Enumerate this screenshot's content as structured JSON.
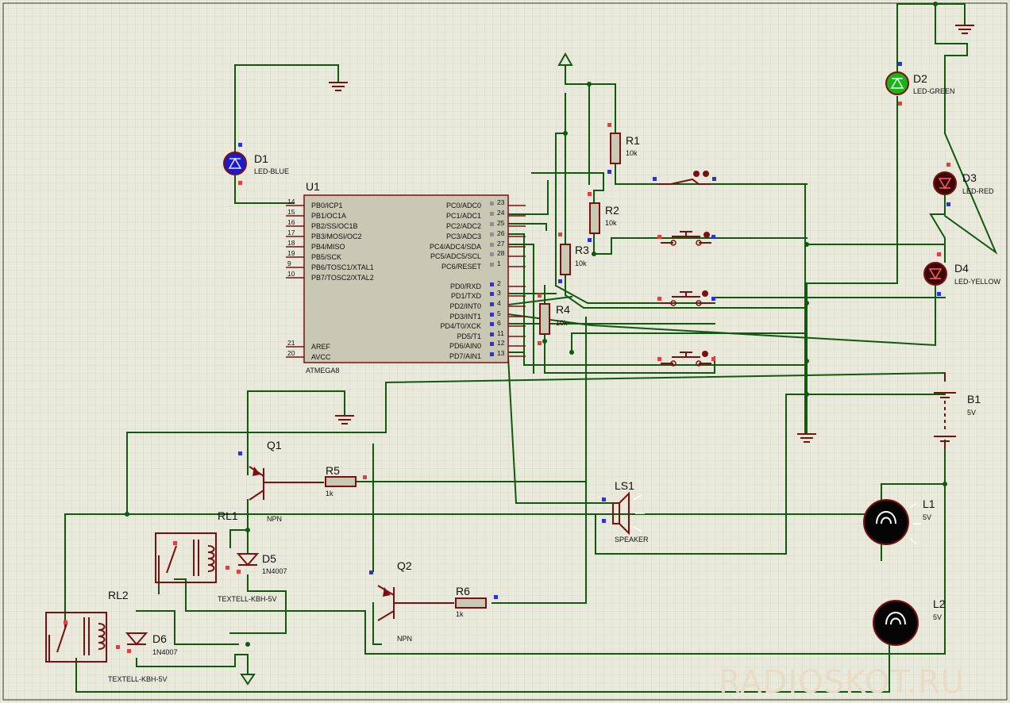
{
  "mcu": {
    "ref": "U1",
    "part": "ATMEGA8",
    "left_pins": [
      {
        "num": "14",
        "name": "PB0/ICP1"
      },
      {
        "num": "15",
        "name": "PB1/OC1A"
      },
      {
        "num": "16",
        "name": "PB2/SS/OC1B"
      },
      {
        "num": "17",
        "name": "PB3/MOSI/OC2"
      },
      {
        "num": "18",
        "name": "PB4/MISO"
      },
      {
        "num": "19",
        "name": "PB5/SCK"
      },
      {
        "num": "9",
        "name": "PB6/TOSC1/XTAL1"
      },
      {
        "num": "10",
        "name": "PB7/TOSC2/XTAL2"
      },
      {
        "num": "21",
        "name": "AREF"
      },
      {
        "num": "20",
        "name": "AVCC"
      }
    ],
    "right_pins": [
      {
        "num": "23",
        "name": "PC0/ADC0"
      },
      {
        "num": "24",
        "name": "PC1/ADC1"
      },
      {
        "num": "25",
        "name": "PC2/ADC2"
      },
      {
        "num": "26",
        "name": "PC3/ADC3"
      },
      {
        "num": "27",
        "name": "PC4/ADC4/SDA"
      },
      {
        "num": "28",
        "name": "PC5/ADC5/SCL"
      },
      {
        "num": "1",
        "name": "PC6/RESET"
      },
      {
        "num": "2",
        "name": "PD0/RXD"
      },
      {
        "num": "3",
        "name": "PD1/TXD"
      },
      {
        "num": "4",
        "name": "PD2/INT0"
      },
      {
        "num": "5",
        "name": "PD3/INT1"
      },
      {
        "num": "6",
        "name": "PD4/T0/XCK"
      },
      {
        "num": "11",
        "name": "PD5/T1"
      },
      {
        "num": "12",
        "name": "PD6/AIN0"
      },
      {
        "num": "13",
        "name": "PD7/AIN1"
      }
    ]
  },
  "leds": [
    {
      "ref": "D1",
      "value": "LED-BLUE",
      "color": "#1a1ad0"
    },
    {
      "ref": "D2",
      "value": "LED-GREEN",
      "color": "#18b418"
    },
    {
      "ref": "D3",
      "value": "LED-RED",
      "color": "#3a0808"
    },
    {
      "ref": "D4",
      "value": "LED-YELLOW",
      "color": "#3a0808"
    }
  ],
  "resistors": [
    {
      "ref": "R1",
      "value": "10k"
    },
    {
      "ref": "R2",
      "value": "10k"
    },
    {
      "ref": "R3",
      "value": "10k"
    },
    {
      "ref": "R4",
      "value": "10k"
    },
    {
      "ref": "R5",
      "value": "1k"
    },
    {
      "ref": "R6",
      "value": "1k"
    }
  ],
  "transistors": [
    {
      "ref": "Q1",
      "value": "NPN"
    },
    {
      "ref": "Q2",
      "value": "NPN"
    }
  ],
  "relays": [
    {
      "ref": "RL1",
      "value": "TEXTELL-KBH-5V"
    },
    {
      "ref": "RL2",
      "value": "TEXTELL-KBH-5V"
    }
  ],
  "diodes": [
    {
      "ref": "D5",
      "value": "1N4007"
    },
    {
      "ref": "D6",
      "value": "1N4007"
    }
  ],
  "speaker": {
    "ref": "LS1",
    "value": "SPEAKER"
  },
  "battery": {
    "ref": "B1",
    "value": "5V"
  },
  "lamps": [
    {
      "ref": "L1",
      "value": "5V"
    },
    {
      "ref": "L2",
      "value": "5V"
    }
  ],
  "watermark": "RADIOSKOT.RU",
  "colors": {
    "background": "#e9e9dc",
    "grid": "#d3d3c2",
    "wire": "#0f5a0f",
    "component": "#7a1010",
    "chip_body": "#c8c8b4",
    "pin_red": "#e04040",
    "pin_blue": "#3030e0"
  }
}
